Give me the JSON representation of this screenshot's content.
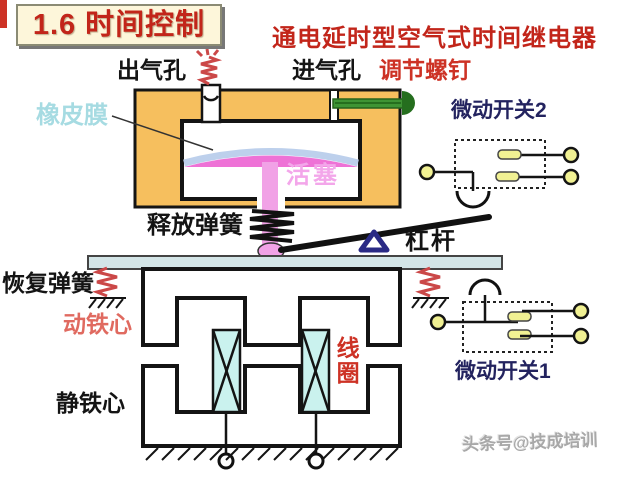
{
  "title": {
    "badge": "1.6 时间控制",
    "subtitle": "通电延时型空气式时间继电器"
  },
  "labels": {
    "air_outlet": "出气孔",
    "air_inlet": "进气孔",
    "adjust_screw": "调节螺钉",
    "rubber_membrane": "橡皮膜",
    "piston": "活塞",
    "release_spring": "释放弹簧",
    "lever": "杠杆",
    "micro_switch_2": "微动开关2",
    "micro_switch_1": "微动开关1",
    "recovery_spring": "恢复弹簧",
    "moving_core": "动铁心",
    "coil": "线圈",
    "static_core": "静铁心"
  },
  "watermark": "头条号@技成培训",
  "colors": {
    "ink": "#141414",
    "housing_orange": "#f6bf5e",
    "title_red": "#c2251a",
    "label_red": "#cd3225",
    "label_navy": "#23235f",
    "membrane_blue": "#bdd0ec",
    "membrane_label": "#a6dbe2",
    "piston_pink": "#ee72d6",
    "rod_pink": "#f1a2e6",
    "piston_label": "#f3a6ea",
    "bar_blue": "#d3e5e7",
    "coil_cyan": "#caf2ee",
    "terminal_yellow": "#f1f193",
    "spring_red": "#cb4848",
    "screw_green": "#3e9434",
    "screw_green_dark": "#256e1e",
    "fulcrum_navy": "#2a2a85",
    "title_box_bg": "#fdf6da",
    "title_box_border": "#8b8b74",
    "moving_core_label": "#e06a60",
    "watermark_gray": "#9a9a9a"
  }
}
